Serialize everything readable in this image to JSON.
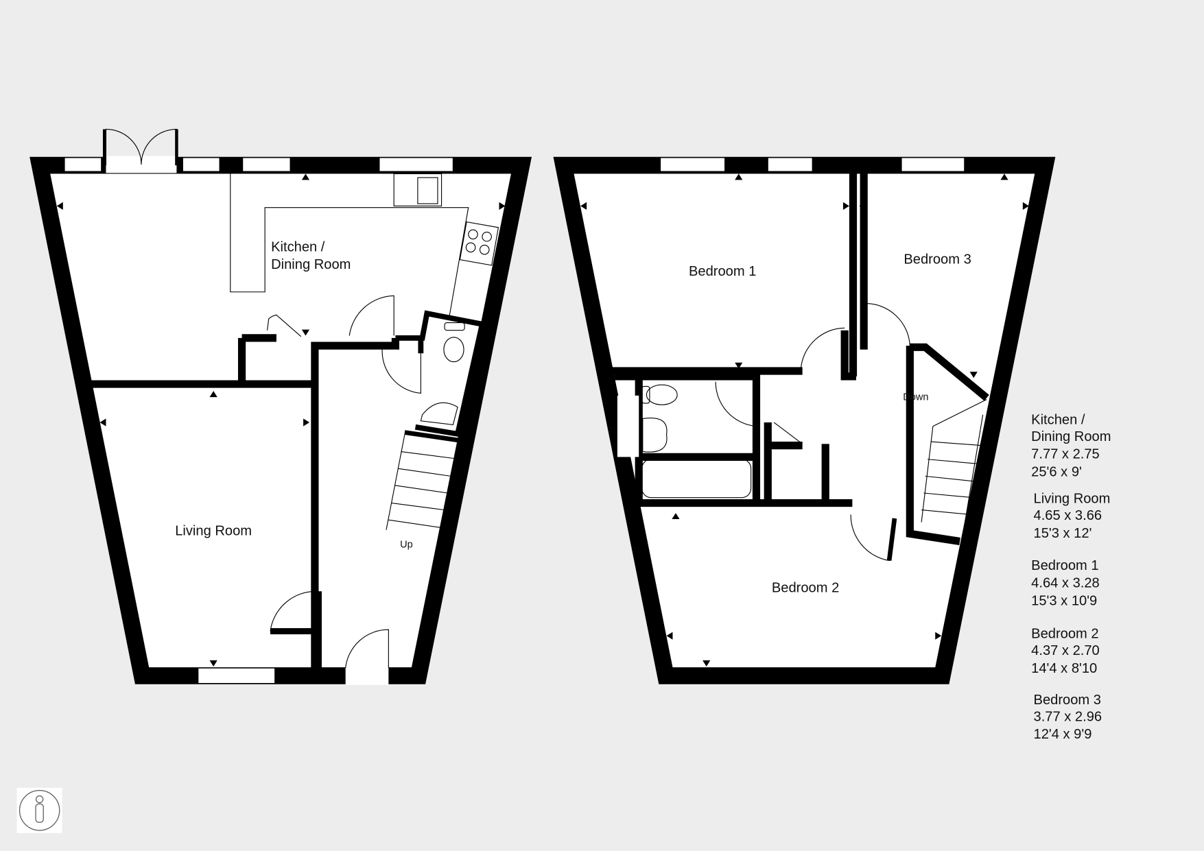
{
  "ground_floor": {
    "rooms": [
      {
        "label_lines": [
          "Kitchen /",
          "Dining Room"
        ]
      },
      {
        "label_lines": [
          "Living Room"
        ]
      }
    ],
    "stairs_label": "Up"
  },
  "first_floor": {
    "rooms": [
      {
        "label_lines": [
          "Bedroom 1"
        ]
      },
      {
        "label_lines": [
          "Bedroom 3"
        ]
      },
      {
        "label_lines": [
          "Bedroom 2"
        ]
      }
    ],
    "stairs_label": "Down"
  },
  "legend": [
    {
      "name": "Kitchen /",
      "name2": "Dining Room",
      "metric": "7.77 x 2.75",
      "imperial": "25'6 x 9'"
    },
    {
      "name": "Living Room",
      "metric": "4.65 x 3.66",
      "imperial": "15'3 x 12'"
    },
    {
      "name": "Bedroom 1",
      "metric": "4.64 x 3.28",
      "imperial": "15'3 x 10'9"
    },
    {
      "name": "Bedroom 2",
      "metric": "4.37 x 2.70",
      "imperial": "14'4 x 8'10"
    },
    {
      "name": "Bedroom 3",
      "metric": "3.77 x 2.96",
      "imperial": "12'4 x 9'9"
    }
  ],
  "icons": {
    "accessibility": "person-in-circle-icon"
  },
  "colors": {
    "background": "#ededed",
    "wall": "#000000",
    "floor": "#ffffff"
  }
}
